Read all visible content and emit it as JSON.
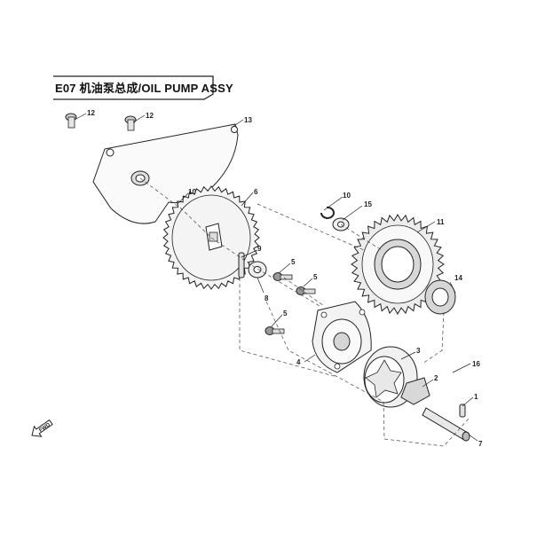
{
  "diagram": {
    "title": "E07  机油泵总成/OIL PUMP ASSY",
    "fwd_label": "FWD",
    "callouts": {
      "c1": "1",
      "c2": "2",
      "c3": "3",
      "c4": "4",
      "c5a": "5",
      "c5b": "5",
      "c5c": "5",
      "c6": "6",
      "c7": "7",
      "c8": "8",
      "c9": "9",
      "c10a": "10",
      "c10b": "10",
      "c11": "11",
      "c12a": "12",
      "c12b": "12",
      "c13": "13",
      "c14": "14",
      "c15": "15",
      "c16": "16"
    }
  }
}
